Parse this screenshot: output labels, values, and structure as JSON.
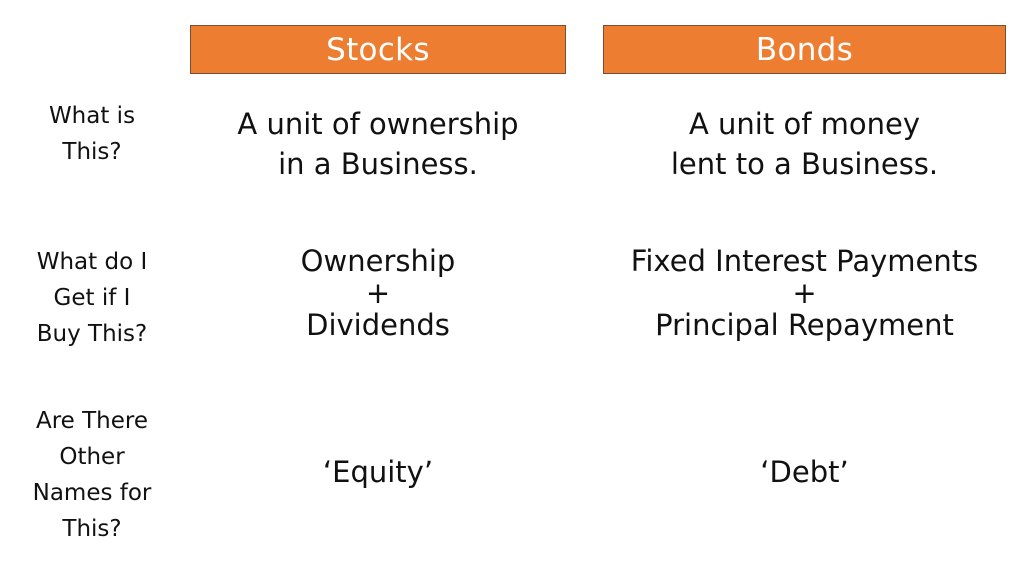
{
  "columns": [
    {
      "key": "stocks",
      "label": "Stocks"
    },
    {
      "key": "bonds",
      "label": "Bonds"
    }
  ],
  "colors": {
    "header_fill": "#ED7D31",
    "header_border": "#7a4e30",
    "header_text": "#ffffff",
    "body_text": "#111111"
  },
  "rows": [
    {
      "label_lines": [
        "What is",
        "This?"
      ],
      "stocks_lines": [
        "A unit of ownership",
        "in a Business."
      ],
      "bonds_lines": [
        "A unit of money",
        "lent to a Business."
      ]
    },
    {
      "label_lines": [
        "What do I",
        "Get if I",
        "Buy This?"
      ],
      "stocks_lines": [
        "Ownership",
        "+",
        "Dividends"
      ],
      "bonds_lines": [
        "Fixed Interest Payments",
        "+",
        "Principal Repayment"
      ]
    },
    {
      "label_lines": [
        "Are There",
        "Other",
        "Names for",
        "This?"
      ],
      "stocks_lines": [
        "‘Equity’"
      ],
      "bonds_lines": [
        "‘Debt’"
      ]
    }
  ]
}
